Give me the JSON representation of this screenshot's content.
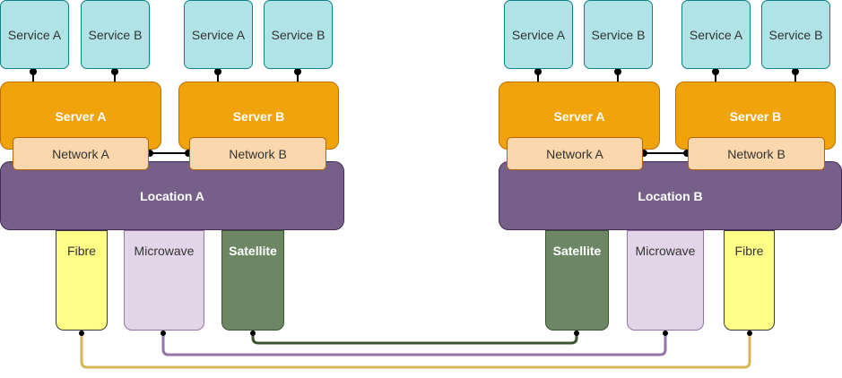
{
  "site_a": {
    "services": [
      "Service A",
      "Service B",
      "Service A",
      "Service B"
    ],
    "servers": [
      "Server A",
      "Server B"
    ],
    "networks": [
      "Network A",
      "Network B"
    ],
    "location": "Location A",
    "links": [
      "Fibre",
      "Microwave",
      "Satellite"
    ]
  },
  "site_b": {
    "services": [
      "Service A",
      "Service B",
      "Service A",
      "Service B"
    ],
    "servers": [
      "Server A",
      "Server B"
    ],
    "networks": [
      "Network A",
      "Network B"
    ],
    "location": "Location B",
    "links": [
      "Satellite",
      "Microwave",
      "Fibre"
    ]
  },
  "colors": {
    "fibre_link": "#d6b656",
    "microwave_link": "#9673a6",
    "satellite_link": "#3a5431",
    "connector": "#000000"
  }
}
